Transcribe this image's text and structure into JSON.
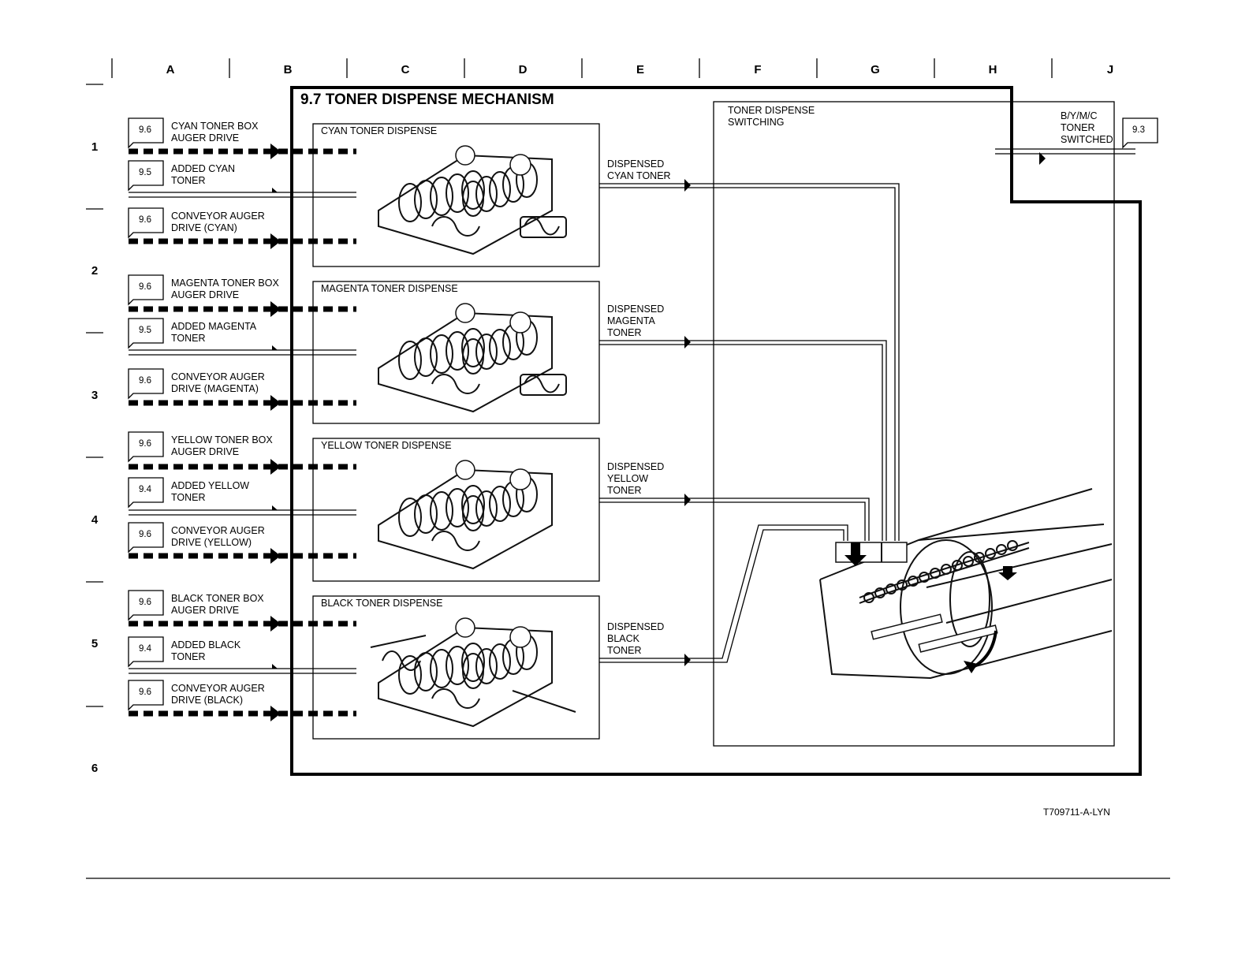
{
  "grid": {
    "columns": [
      "A",
      "B",
      "C",
      "D",
      "E",
      "F",
      "G",
      "H",
      "J"
    ],
    "rows": [
      "1",
      "2",
      "3",
      "4",
      "5",
      "6"
    ]
  },
  "title": "9.7 TONER DISPENSE MECHANISM",
  "inputs": [
    {
      "ref": "9.6",
      "line1": "CYAN TONER BOX",
      "line2": "AUGER DRIVE"
    },
    {
      "ref": "9.5",
      "line1": "ADDED CYAN",
      "line2": "TONER"
    },
    {
      "ref": "9.6",
      "line1": "CONVEYOR AUGER",
      "line2": "DRIVE (CYAN)"
    },
    {
      "ref": "9.6",
      "line1": "MAGENTA TONER BOX",
      "line2": "AUGER DRIVE"
    },
    {
      "ref": "9.5",
      "line1": "ADDED MAGENTA",
      "line2": "TONER"
    },
    {
      "ref": "9.6",
      "line1": "CONVEYOR AUGER",
      "line2": "DRIVE (MAGENTA)"
    },
    {
      "ref": "9.6",
      "line1": "YELLOW TONER BOX",
      "line2": "AUGER DRIVE"
    },
    {
      "ref": "9.4",
      "line1": "ADDED YELLOW",
      "line2": "TONER"
    },
    {
      "ref": "9.6",
      "line1": "CONVEYOR AUGER",
      "line2": "DRIVE (YELLOW)"
    },
    {
      "ref": "9.6",
      "line1": "BLACK TONER BOX",
      "line2": "AUGER DRIVE"
    },
    {
      "ref": "9.4",
      "line1": "ADDED BLACK",
      "line2": "TONER"
    },
    {
      "ref": "9.6",
      "line1": "CONVEYOR AUGER",
      "line2": "DRIVE (BLACK)"
    }
  ],
  "dispense_blocks": [
    "CYAN TONER DISPENSE",
    "MAGENTA TONER DISPENSE",
    "YELLOW TONER DISPENSE",
    "BLACK TONER DISPENSE"
  ],
  "dispensed_outputs": [
    [
      "DISPENSED",
      "CYAN TONER"
    ],
    [
      "DISPENSED",
      "MAGENTA",
      "TONER"
    ],
    [
      "DISPENSED",
      "YELLOW",
      "TONER"
    ],
    [
      "DISPENSED",
      "BLACK",
      "TONER"
    ]
  ],
  "switching": {
    "line1": "TONER DISPENSE",
    "line2": "SWITCHING"
  },
  "output": {
    "line1": "B/Y/M/C",
    "line2": "TONER",
    "line3": "SWITCHED",
    "ref": "9.3"
  },
  "figure_code": "T709711-A-LYN"
}
